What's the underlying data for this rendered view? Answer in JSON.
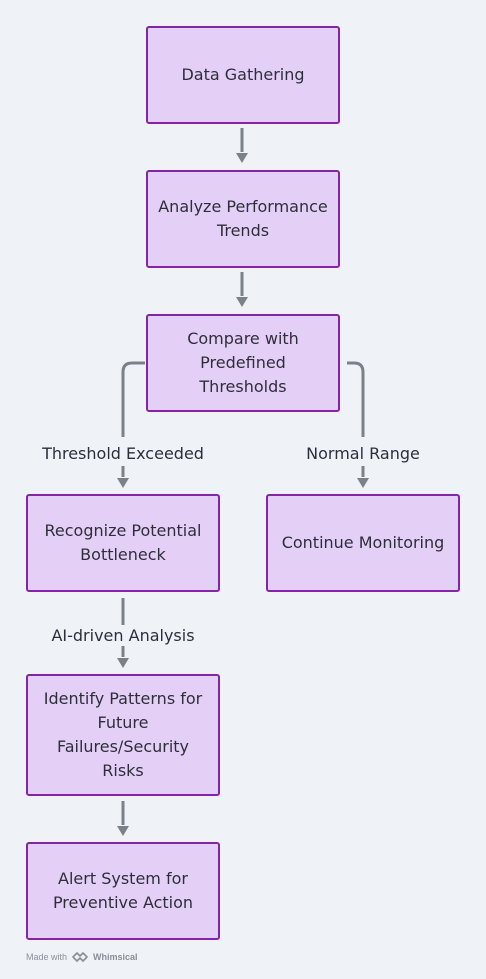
{
  "nodes": {
    "data_gathering": "Data Gathering",
    "analyze_trends": "Analyze Performance Trends",
    "compare_thresholds": "Compare with Predefined Thresholds",
    "recognize_bottleneck": "Recognize Potential Bottleneck",
    "continue_monitoring": "Continue Monitoring",
    "identify_patterns": "Identify Patterns for Future Failures/Security Risks",
    "alert_system": "Alert System for Preventive Action"
  },
  "edge_labels": {
    "threshold_exceeded": "Threshold Exceeded",
    "normal_range": "Normal Range",
    "ai_driven_analysis": "AI-driven Analysis"
  },
  "footer": {
    "made_with": "Made with",
    "brand": "Whimsical"
  },
  "colors": {
    "node_fill": "#e4d0f6",
    "node_border": "#8425a8",
    "edge": "#7b8188",
    "background": "#eff3f7"
  }
}
